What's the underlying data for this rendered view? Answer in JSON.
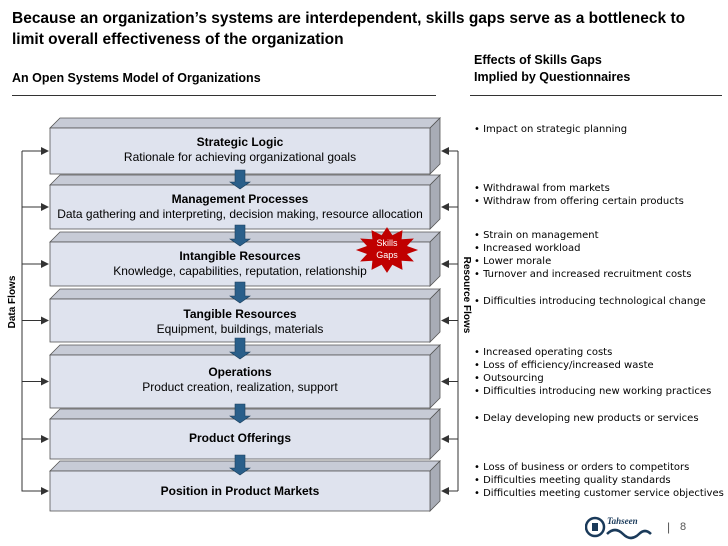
{
  "header": {
    "title": "Because an organization’s systems are interdependent, skills gaps serve as a bottleneck to limit overall effectiveness of the organization",
    "model_heading": "An Open Systems Model of Organizations",
    "effects_heading_line1": "Effects of Skills Gaps",
    "effects_heading_line2": "Implied by Questionnaires"
  },
  "diagram": {
    "left_flow_label": "Data Flows",
    "right_flow_label": "Resource Flows",
    "skills_gaps_line1": "Skills",
    "skills_gaps_line2": "Gaps",
    "colors": {
      "box_fill": "#dfe3ee",
      "box_top": "#c7cbd6",
      "box_side": "#a8acb6",
      "arrow": "#2a5f8a",
      "burst": "#c00000"
    },
    "layers": [
      {
        "title": "Strategic Logic",
        "subtitle": "Rationale for achieving organizational goals"
      },
      {
        "title": "Management Processes",
        "subtitle": "Data gathering and interpreting, decision making, resource allocation"
      },
      {
        "title": "Intangible Resources",
        "subtitle": "Knowledge, capabilities, reputation, relationship"
      },
      {
        "title": "Tangible Resources",
        "subtitle": "Equipment, buildings, materials"
      },
      {
        "title": "Operations",
        "subtitle": "Product creation, realization, support"
      },
      {
        "title": "Product Offerings",
        "subtitle": ""
      },
      {
        "title": "Position in Product Markets",
        "subtitle": ""
      }
    ]
  },
  "effects": [
    [
      "• Impact on strategic planning"
    ],
    [
      "• Withdrawal from markets",
      "• Withdraw from offering certain products"
    ],
    [
      "• Strain on management",
      "• Increased workload",
      "• Lower morale",
      "• Turnover and increased recruitment costs"
    ],
    [
      "• Difficulties introducing technological change"
    ],
    [
      "• Increased operating costs",
      "• Loss of efficiency/increased waste",
      "• Outsourcing",
      "• Difficulties introducing new working practices"
    ],
    [
      "• Delay developing new products or services"
    ],
    [
      "• Loss of business or orders to competitors",
      "• Difficulties meeting quality standards",
      "• Difficulties meeting customer service objectives"
    ]
  ],
  "footer": {
    "page_number": "8",
    "separator": "|",
    "logo_text": "Tahseen"
  }
}
